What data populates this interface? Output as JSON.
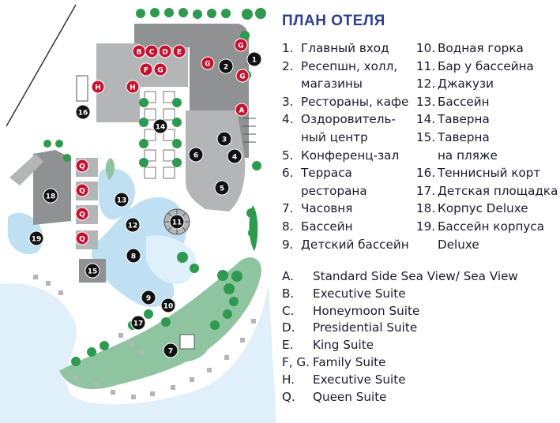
{
  "colors": {
    "title": "#2e3f93",
    "building": "#8f9193",
    "building_light": "#b4b5b7",
    "water": "#bfe0f2",
    "sea": "#dff0fa",
    "beach_green": "#8fc4a0",
    "tree": "#2e9a4f",
    "marker_red": "#c4122f",
    "marker_black": "#111111"
  },
  "legend": {
    "title": "ПЛАН ОТЕЛЯ",
    "numbered_col1": [
      {
        "num": "1.",
        "text": "Главный вход"
      },
      {
        "num": "2.",
        "text": "Ресепшн, холл,\nмагазины"
      },
      {
        "num": "3.",
        "text": "Рестораны, кафе"
      },
      {
        "num": "4.",
        "text": "Оздоровитель-\nный центр"
      },
      {
        "num": "5.",
        "text": "Конференц-зал"
      },
      {
        "num": "6.",
        "text": "Терраса\nресторана"
      },
      {
        "num": "7.",
        "text": "Часовня"
      },
      {
        "num": "8.",
        "text": "Бассейн"
      },
      {
        "num": "9.",
        "text": "Детский бассейн"
      }
    ],
    "numbered_col2": [
      {
        "num": "10.",
        "text": "Водная горка"
      },
      {
        "num": "11.",
        "text": "Бар у бассейна"
      },
      {
        "num": "12.",
        "text": "Джакузи"
      },
      {
        "num": "13.",
        "text": "Бассейн"
      },
      {
        "num": "14.",
        "text": "Таверна"
      },
      {
        "num": "15.",
        "text": "Таверна\nна пляже"
      },
      {
        "num": "16.",
        "text": "Теннисный корт"
      },
      {
        "num": "17.",
        "text": "Детская площадка"
      },
      {
        "num": "18.",
        "text": "Корпус Deluxe"
      },
      {
        "num": "19.",
        "text": "Бассейн корпуса\nDeluxe"
      }
    ],
    "lettered": [
      {
        "key": "A.",
        "text": "Standard Side Sea View/ Sea View"
      },
      {
        "key": "B.",
        "text": "Executive Suite"
      },
      {
        "key": "C.",
        "text": "Honeymoon Suite"
      },
      {
        "key": "D.",
        "text": "Presidential Suite"
      },
      {
        "key": "E.",
        "text": "King Suite"
      },
      {
        "key": "F, G.",
        "text": "Family Suite"
      },
      {
        "key": "H.",
        "text": "Executive Suite"
      },
      {
        "key": "Q.",
        "text": "Queen Suite"
      }
    ]
  },
  "map": {
    "black_markers": [
      "1",
      "2",
      "3",
      "4",
      "5",
      "6",
      "7",
      "8",
      "9",
      "10",
      "11",
      "12",
      "13",
      "14",
      "15",
      "16",
      "17",
      "18",
      "19"
    ],
    "red_markers": [
      "A",
      "B",
      "C",
      "D",
      "E",
      "F",
      "G",
      "G",
      "G",
      "G",
      "H",
      "H",
      "Q",
      "Q",
      "Q",
      "Q"
    ]
  }
}
